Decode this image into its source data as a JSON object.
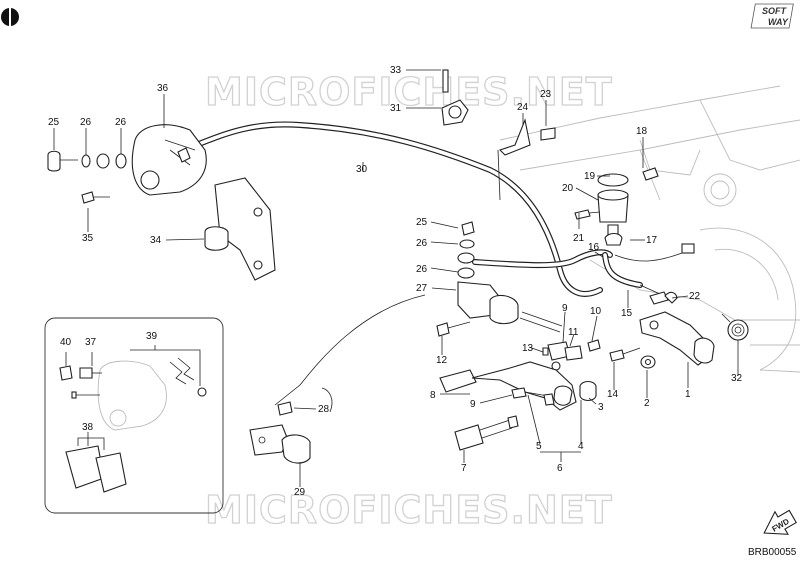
{
  "logo": {
    "brand_line1": "SOFT",
    "brand_line2": "WAY"
  },
  "watermark": {
    "top": "MICROFICHES.NET",
    "bottom": "MICROFICHES.NET"
  },
  "drawing_code": "BRB00055",
  "fwd_label": "FWD",
  "callouts": [
    {
      "id": "c33",
      "text": "33"
    },
    {
      "id": "c31",
      "text": "31"
    },
    {
      "id": "c24",
      "text": "24"
    },
    {
      "id": "c23",
      "text": "23"
    },
    {
      "id": "c36",
      "text": "36"
    },
    {
      "id": "c25a",
      "text": "25"
    },
    {
      "id": "c26a",
      "text": "26"
    },
    {
      "id": "c26b",
      "text": "26"
    },
    {
      "id": "c30",
      "text": "30"
    },
    {
      "id": "c18",
      "text": "18"
    },
    {
      "id": "c19",
      "text": "19"
    },
    {
      "id": "c20",
      "text": "20"
    },
    {
      "id": "c35",
      "text": "35"
    },
    {
      "id": "c34",
      "text": "34"
    },
    {
      "id": "c25b",
      "text": "25"
    },
    {
      "id": "c26c",
      "text": "26"
    },
    {
      "id": "c26d",
      "text": "26"
    },
    {
      "id": "c27",
      "text": "27"
    },
    {
      "id": "c21",
      "text": "21"
    },
    {
      "id": "c16",
      "text": "16"
    },
    {
      "id": "c17",
      "text": "17"
    },
    {
      "id": "c22",
      "text": "22"
    },
    {
      "id": "c15",
      "text": "15"
    },
    {
      "id": "c9a",
      "text": "9"
    },
    {
      "id": "c10",
      "text": "10"
    },
    {
      "id": "c11",
      "text": "11"
    },
    {
      "id": "c13",
      "text": "13"
    },
    {
      "id": "c12",
      "text": "12"
    },
    {
      "id": "c40",
      "text": "40"
    },
    {
      "id": "c37",
      "text": "37"
    },
    {
      "id": "c39",
      "text": "39"
    },
    {
      "id": "c14",
      "text": "14"
    },
    {
      "id": "c1",
      "text": "1"
    },
    {
      "id": "c32",
      "text": "32"
    },
    {
      "id": "c2",
      "text": "2"
    },
    {
      "id": "c3",
      "text": "3"
    },
    {
      "id": "c8",
      "text": "8"
    },
    {
      "id": "c9b",
      "text": "9"
    },
    {
      "id": "c28",
      "text": "28"
    },
    {
      "id": "c38",
      "text": "38"
    },
    {
      "id": "c5",
      "text": "5"
    },
    {
      "id": "c4",
      "text": "4"
    },
    {
      "id": "c6",
      "text": "6"
    },
    {
      "id": "c7",
      "text": "7"
    },
    {
      "id": "c29",
      "text": "29"
    }
  ]
}
